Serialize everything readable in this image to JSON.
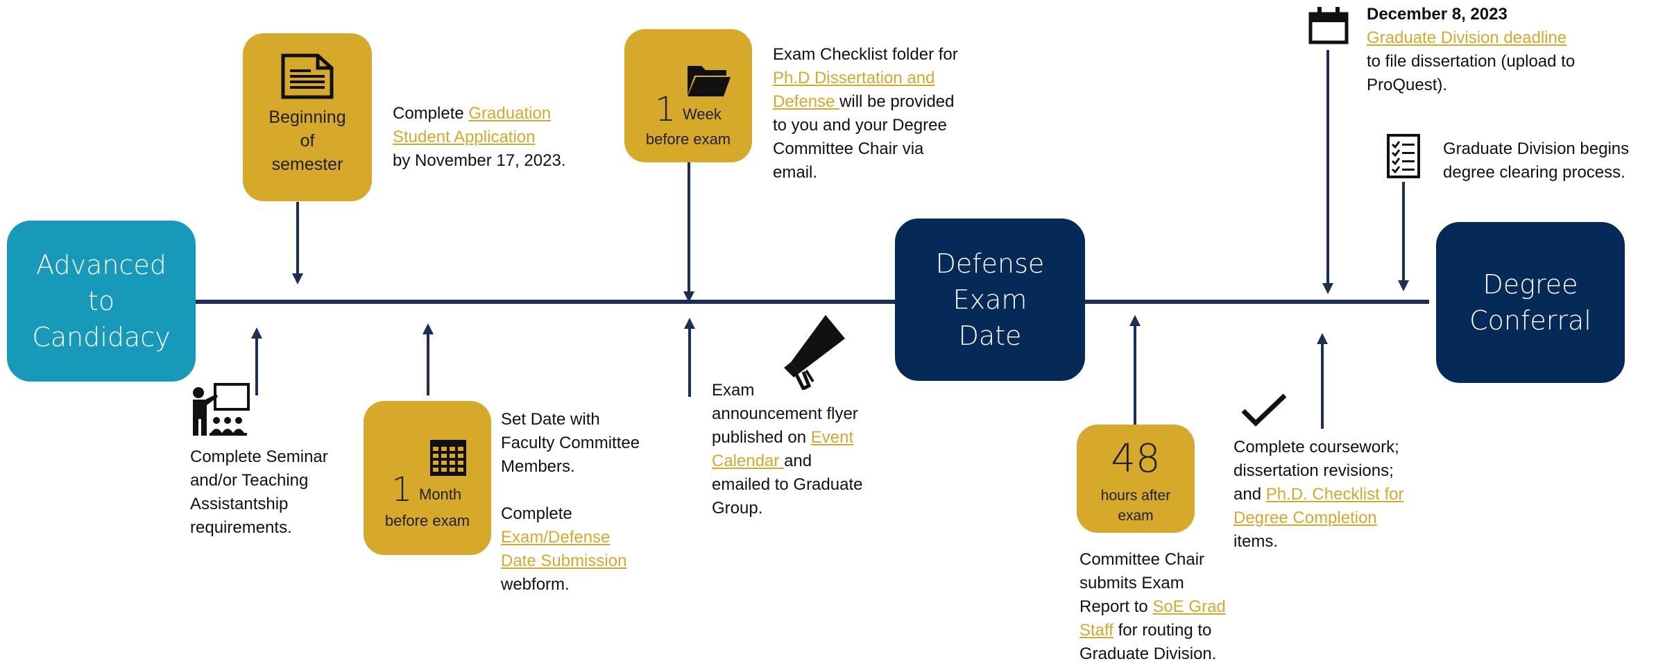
{
  "milestones": {
    "advanced": [
      "Advanced",
      "to",
      "Candidacy"
    ],
    "defense": [
      "Defense",
      "Exam",
      "Date"
    ],
    "conferral": [
      "Degree",
      "Conferral"
    ]
  },
  "boxes": {
    "beginning": [
      "Beginning",
      "of",
      "semester"
    ],
    "week": {
      "num": "1",
      "unit": "Week",
      "sub": "before exam"
    },
    "month": {
      "num": "1",
      "unit": "Month",
      "sub": "before exam"
    },
    "hours": {
      "num": "48",
      "sub1": "hours after",
      "sub2": "exam"
    }
  },
  "notes": {
    "grad_app": {
      "pre": "Complete ",
      "link1": "Graduation",
      "link2": "Student Application",
      "post": "by November 17, 2023."
    },
    "checklist_folder": {
      "l1": "Exam Checklist folder for",
      "link1": "Ph.D Dissertation and",
      "link2": "Defense ",
      "l3": " will be provided",
      "l4": "to you and your Degree",
      "l5": "Committee Chair via",
      "l6": "email."
    },
    "seminar": [
      "Complete Seminar",
      "and/or Teaching",
      "Assistantship",
      "requirements."
    ],
    "set_date": {
      "l1": "Set Date with",
      "l2": "Faculty Committee",
      "l3": "Members.",
      "l4": "Complete",
      "link1": "Exam/Defense",
      "link2": "Date Submission",
      "l5": "webform."
    },
    "flyer": {
      "l1": "Exam",
      "l2": "announcement flyer",
      "l3": "published on ",
      "link1": "Event",
      "link2": "Calendar ",
      "l4": "and",
      "l5": "emailed to Graduate",
      "l6": "Group."
    },
    "committee": {
      "l1": "Committee Chair",
      "l2": "submits Exam",
      "l3": "Report to ",
      "link1": "SoE Grad",
      "link2": "Staff",
      "l4": " for routing to",
      "l5": "Graduate Division."
    },
    "coursework": {
      "l1": "Complete coursework;",
      "l2": "dissertation revisions;",
      "l3": "and ",
      "link1": "Ph.D. Checklist for",
      "link2": "Degree Completion",
      "l4": " items."
    },
    "deadline": {
      "date": "December 8, 2023",
      "link": "Graduate Division deadline",
      "l1": "to file dissertation (upload to",
      "l2": "ProQuest)."
    },
    "clearing": [
      "Graduate Division begins",
      "degree clearing process."
    ]
  },
  "icons": [
    "document-icon",
    "folder-icon",
    "teacher-icon",
    "calendar-grid-icon",
    "megaphone-icon",
    "checkmark-icon",
    "calendar-icon",
    "checklist-icon"
  ],
  "colors": {
    "gold": "#d6a92a",
    "teal": "#1799b9",
    "navy": "#052a58",
    "line": "#1b2f54"
  }
}
